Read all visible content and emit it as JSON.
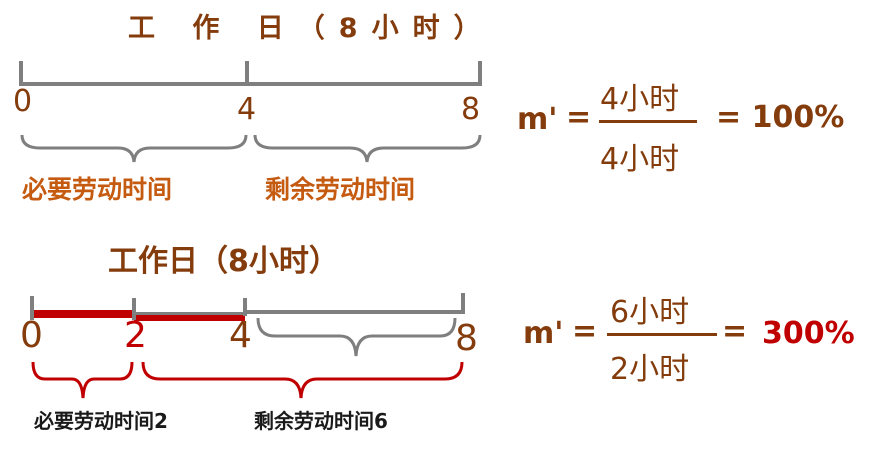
{
  "diagram1": {
    "title": "工 作 日（8小时）",
    "ticks": [
      "0",
      "4",
      "8"
    ],
    "segments": [
      {
        "label": "必要劳动时间",
        "from": 0,
        "to": 4
      },
      {
        "label": "剩余劳动时间",
        "from": 4,
        "to": 8
      }
    ],
    "formula": {
      "lhs": "m'",
      "eq": "=",
      "numerator": "4小时",
      "denominator": "4小时",
      "result": "= 100%"
    }
  },
  "diagram2": {
    "title": "工作日（8小时）",
    "ticks": [
      "0",
      "2",
      "4",
      "8"
    ],
    "segments": [
      {
        "label": "必要劳动时间2",
        "from": 0,
        "to": 2
      },
      {
        "label": "剩余劳动时间6",
        "from": 2,
        "to": 8
      }
    ],
    "formula": {
      "lhs": "m'",
      "eq": "=",
      "numerator": "6小时",
      "denominator": "2小时",
      "eq2": "=",
      "result": "300%"
    }
  },
  "colors": {
    "brown": "#843c0c",
    "orange": "#c55a11",
    "red": "#c00000",
    "gray": "#7f7f7f",
    "black": "#1a1a1a"
  }
}
